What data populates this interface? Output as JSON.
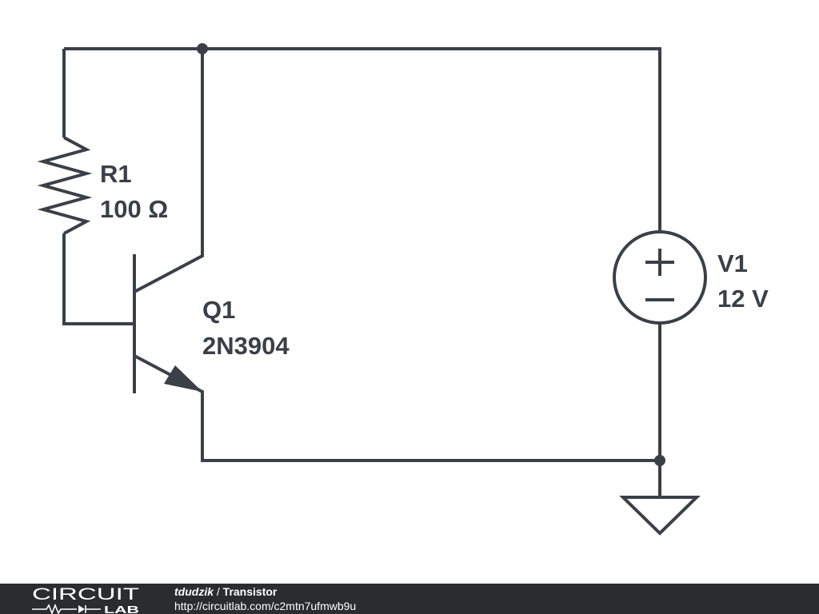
{
  "components": {
    "r1": {
      "name": "R1",
      "value": "100 Ω"
    },
    "q1": {
      "name": "Q1",
      "value": "2N3904"
    },
    "v1": {
      "name": "V1",
      "value": "12 V",
      "plus": "+",
      "minus": "−"
    }
  },
  "footer": {
    "logo_top": "CIRCUIT",
    "logo_bottom": "LAB",
    "author": "tdudzik",
    "separator": " / ",
    "title": "Transistor",
    "url": "http://circuitlab.com/c2mtn7ufmwb9u"
  },
  "colors": {
    "wire": "#3a4046",
    "footer_bg": "#2a2c2e",
    "footer_text": "#ffffff"
  }
}
